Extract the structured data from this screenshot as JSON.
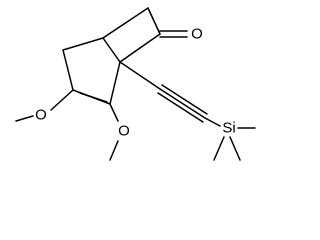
{
  "structure": {
    "atoms": {
      "carbonyl_oxygen": "O",
      "methoxy_oxygen_1": "O",
      "methoxy_oxygen_2": "O",
      "silicon": "Si"
    }
  }
}
